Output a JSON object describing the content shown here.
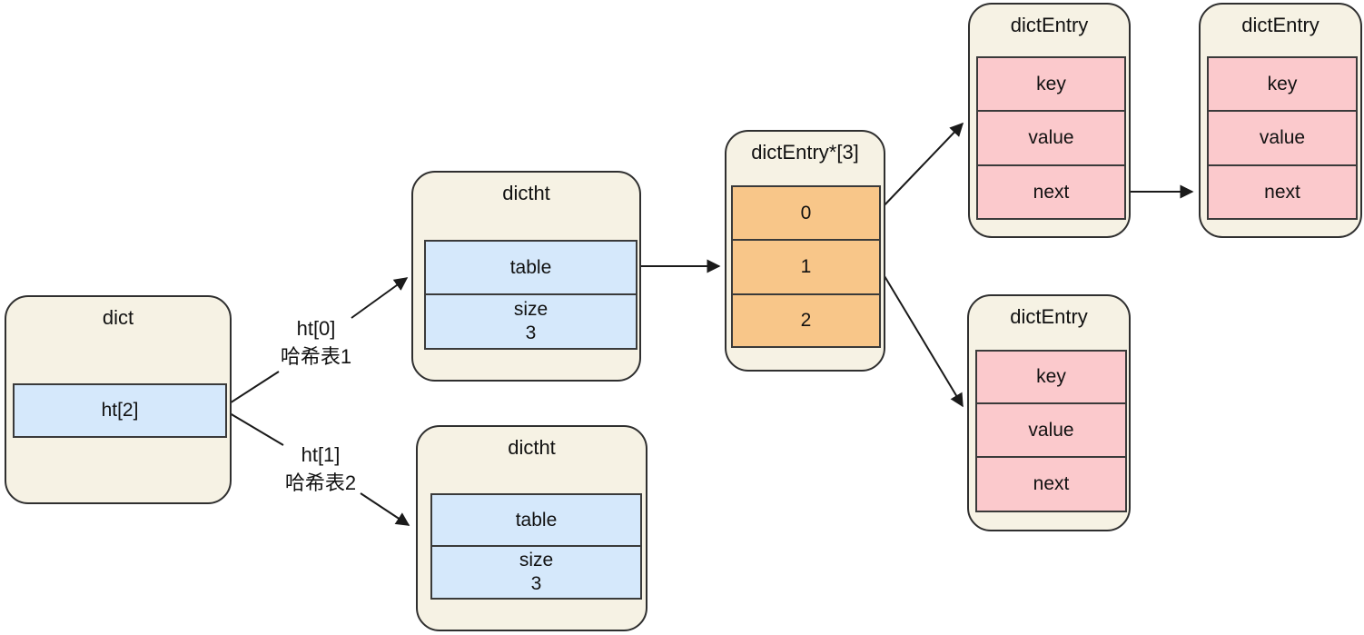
{
  "colors": {
    "background": "#FFFFFF",
    "box_fill": "#F6F2E4",
    "box_border": "#2F2F2F",
    "cell_border": "#3A3A3A",
    "blue": "#D5E8FB",
    "orange": "#F8C689",
    "pink": "#FBC9CC",
    "arrow": "#1A1A1A"
  },
  "nodes": {
    "dict": {
      "title": "dict",
      "field": "ht[2]"
    },
    "dictht_top": {
      "title": "dictht",
      "table_label": "table",
      "size_label": "size",
      "size_value": "3"
    },
    "dictht_bottom": {
      "title": "dictht",
      "table_label": "table",
      "size_label": "size",
      "size_value": "3"
    },
    "entry_array": {
      "title": "dictEntry*[3]",
      "slots": [
        "0",
        "1",
        "2"
      ]
    },
    "entry_top_left": {
      "title": "dictEntry",
      "fields": [
        "key",
        "value",
        "next"
      ]
    },
    "entry_top_right": {
      "title": "dictEntry",
      "fields": [
        "key",
        "value",
        "next"
      ]
    },
    "entry_bottom": {
      "title": "dictEntry",
      "fields": [
        "key",
        "value",
        "next"
      ]
    }
  },
  "edge_labels": {
    "ht0": {
      "line1": "ht[0]",
      "line2": "哈希表1"
    },
    "ht1": {
      "line1": "ht[1]",
      "line2": "哈希表2"
    }
  }
}
